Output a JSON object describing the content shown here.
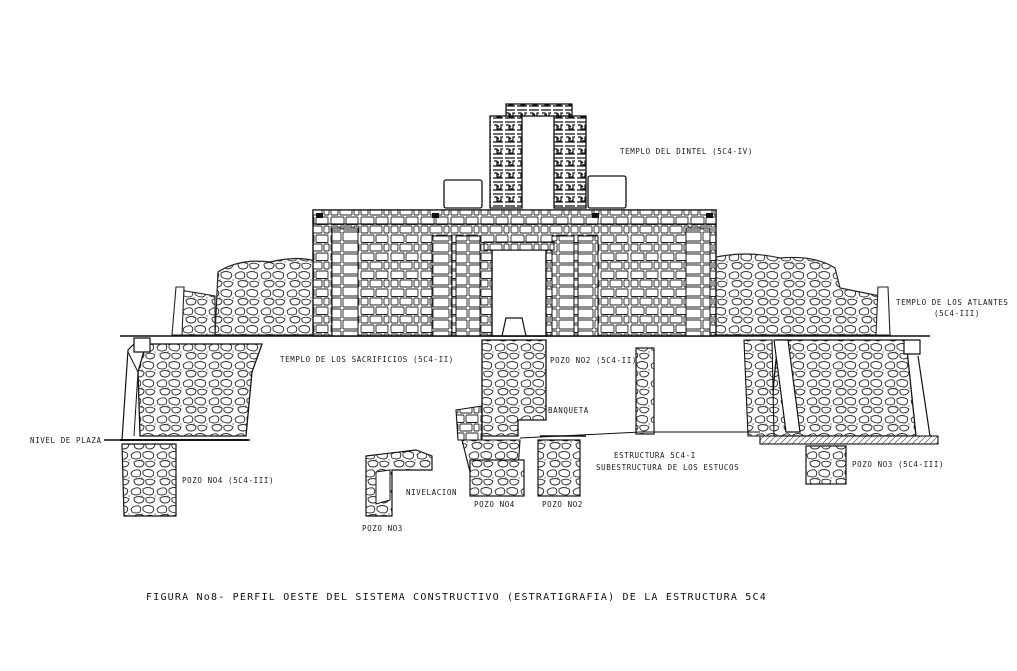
{
  "labels": {
    "temple_dintel": "TEMPLO DEL DINTEL (5C4-IV)",
    "temple_atlantes_1": "TEMPLO DE LOS ATLANTES",
    "temple_atlantes_2": "(5C4-III)",
    "temple_sacrificios": "TEMPLO DE LOS SACRIFICIOS (5C4-II)",
    "pozo_2_top": "POZO No2 (5C4-II)",
    "banqueta": "BANQUETA",
    "estructura_1": "ESTRUCTURA 5C4-I",
    "subestructura": "SUBESTRUCTURA DE LOS ESTUCOS",
    "nivel_plaza": "NIVEL DE PLAZA",
    "pozo_4_left": "POZO No4 (5C4-III)",
    "pozo_3_right": "POZO No3 (5C4-III)",
    "nivelacion": "NIVELACION",
    "pozo_3_bottom": "POZO No3",
    "pozo_4_bottom": "POZO No4",
    "pozo_2_bottom": "POZO No2"
  },
  "caption": "FIGURA No8- PERFIL OESTE DEL SISTEMA CONSTRUCTIVO (ESTRATIGRAFIA) DE LA ESTRUCTURA 5C4"
}
